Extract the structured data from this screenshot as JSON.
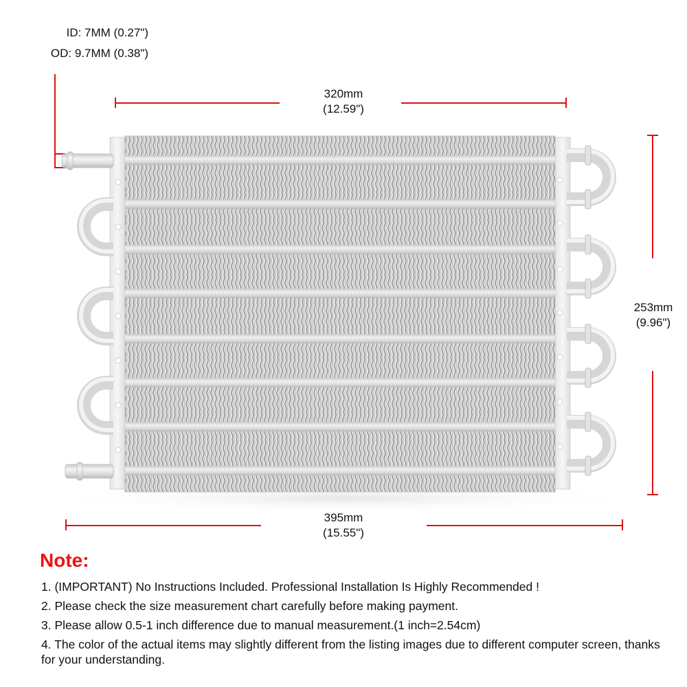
{
  "specs": {
    "inner_diameter": "ID: 7MM (0.27\")",
    "outer_diameter": "OD: 9.7MM (0.38\")"
  },
  "dimensions": {
    "width_core": {
      "mm": "320mm",
      "inch": "(12.59\")"
    },
    "height": {
      "mm": "253mm",
      "inch": "(9.96\")"
    },
    "width_total": {
      "mm": "395mm",
      "inch": "(15.55\")"
    }
  },
  "colors": {
    "dimension_line": "#e01010",
    "note_title": "#ee1111",
    "text": "#111111",
    "metal": "#d8d8d8"
  },
  "product": {
    "name": "transmission-oil-cooler",
    "rows": 8,
    "left_bends": 3,
    "right_bends": 4
  },
  "note": {
    "title": "Note:",
    "items": [
      "1. (IMPORTANT) No Instructions Included. Professional Installation Is Highly Recommended !",
      "2. Please check the size measurement chart carefully before making payment.",
      "3. Please allow 0.5-1 inch difference due to manual measurement.(1 inch=2.54cm)",
      "4. The color of the actual items may slightly different from the listing images due to different computer screen, thanks for your understanding."
    ]
  }
}
